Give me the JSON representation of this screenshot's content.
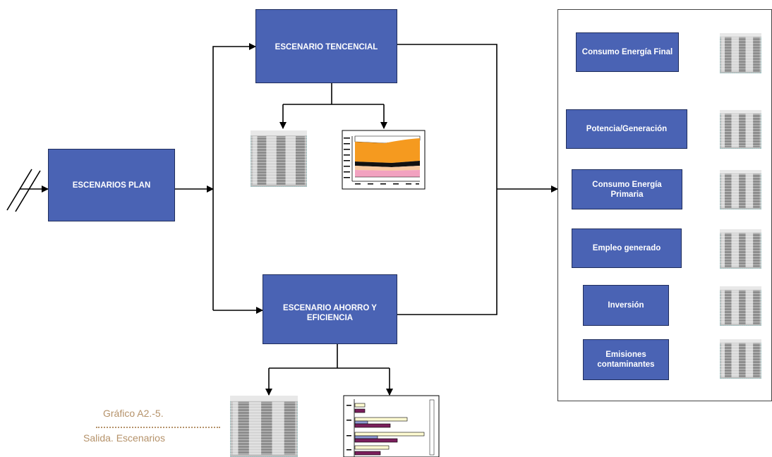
{
  "boxes": {
    "plan": "ESCENARIOS PLAN",
    "tendencial": "ESCENARIO TENCENCIAL",
    "ahorro": "ESCENARIO AHORRO Y EFICIENCIA",
    "consumo_final": "Consumo Energía Final",
    "potencia": "Potencia/Generación",
    "consumo_primaria": "Consumo Energía Primaria",
    "empleo": "Empleo generado",
    "inversion": "Inversión",
    "emisiones": "Emisiones contaminantes"
  },
  "caption": {
    "title": "Gráfico A2.-5.",
    "subtitle": "Salida. Escenarios"
  },
  "colors": {
    "box_fill": "#4a63b4",
    "box_border": "#1f2d5c",
    "caption": "#b5926a",
    "area_orange": "#f59a1f",
    "area_pink": "#f2a2c0",
    "area_peach": "#f7c9a0",
    "bar_cream": "#fffbd2",
    "bar_purple": "#7a1f5c",
    "bar_blue": "#8e9ad4"
  }
}
